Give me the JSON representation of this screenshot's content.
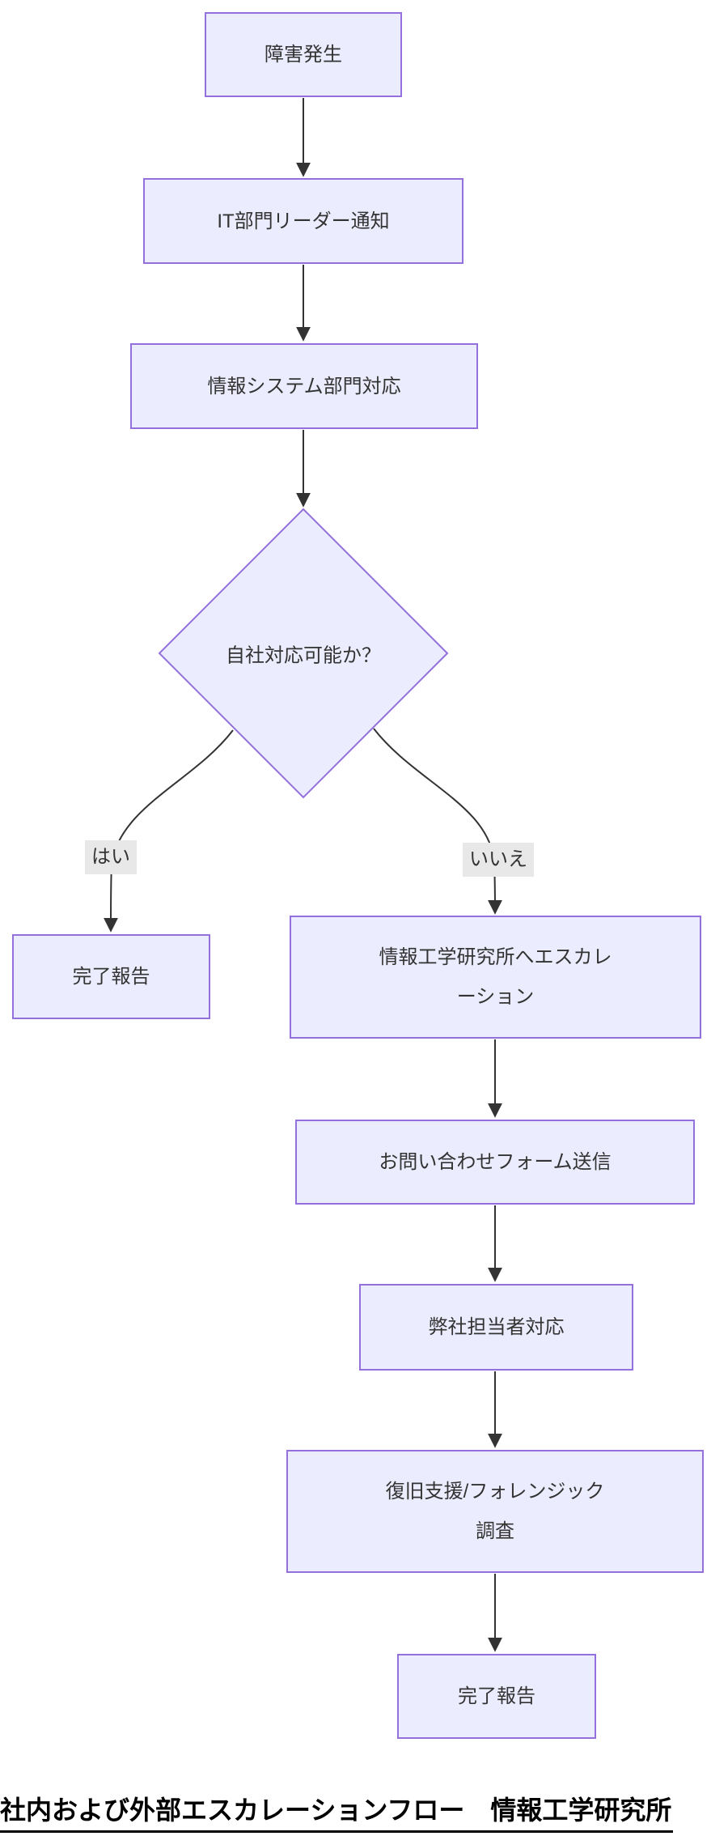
{
  "diagram": {
    "type": "flowchart",
    "direction": "top-down",
    "colors": {
      "background": "#ffffff",
      "node_fill": "#ECECFF",
      "node_border": "#9370DB",
      "edge_color": "#333333",
      "node_text": "#333333",
      "edge_label_bg": "#e8e8e8",
      "caption_text": "#000000"
    },
    "nodes": {
      "start": {
        "label": "障害発生",
        "shape": "rect"
      },
      "notify": {
        "label": "IT部門リーダー通知",
        "shape": "rect"
      },
      "infosys": {
        "label": "情報システム部門対応",
        "shape": "rect"
      },
      "decision": {
        "label": "自社対応可能か？",
        "shape": "diamond"
      },
      "done_yes": {
        "label": "完了報告",
        "shape": "rect"
      },
      "escalation": {
        "line1": "情報工学研究所へエスカレ",
        "line2": "ーション",
        "shape": "rect"
      },
      "form": {
        "label": "お問い合わせフォーム送信",
        "shape": "rect"
      },
      "staff": {
        "label": "弊社担当者対応",
        "shape": "rect"
      },
      "recovery": {
        "line1": "復旧支援/フォレンジック",
        "line2": "調査",
        "shape": "rect"
      },
      "done_final": {
        "label": "完了報告",
        "shape": "rect"
      }
    },
    "edge_labels": {
      "yes": "はい",
      "no": "いいえ"
    },
    "edges": [
      {
        "from": "障害発生",
        "to": "IT部門リーダー通知",
        "label": ""
      },
      {
        "from": "IT部門リーダー通知",
        "to": "情報システム部門対応",
        "label": ""
      },
      {
        "from": "情報システム部門対応",
        "to": "自社対応可能か？",
        "label": ""
      },
      {
        "from": "自社対応可能か？",
        "to": "完了報告",
        "label": "はい"
      },
      {
        "from": "自社対応可能か？",
        "to": "情報工学研究所へエスカレーション",
        "label": "いいえ"
      },
      {
        "from": "情報工学研究所へエスカレーション",
        "to": "お問い合わせフォーム送信",
        "label": ""
      },
      {
        "from": "お問い合わせフォーム送信",
        "to": "弊社担当者対応",
        "label": ""
      },
      {
        "from": "弊社担当者対応",
        "to": "復旧支援/フォレンジック調査",
        "label": ""
      },
      {
        "from": "復旧支援/フォレンジック調査",
        "to": "完了報告",
        "label": ""
      }
    ],
    "caption": "社内および外部エスカレーションフロー　情報工学研究所"
  }
}
